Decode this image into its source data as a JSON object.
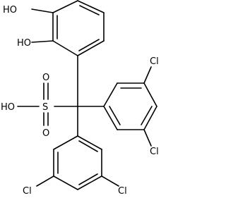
{
  "structure": {
    "labels": {
      "ho_top": "HO",
      "ho_mid": "HO",
      "ho_sulfo": "HO",
      "s": "S",
      "o_upper": "O",
      "o_lower": "O",
      "cl_right_top": "Cl",
      "cl_right_bottom": "Cl",
      "cl_bottom_left": "Cl",
      "cl_bottom_right": "Cl"
    }
  }
}
